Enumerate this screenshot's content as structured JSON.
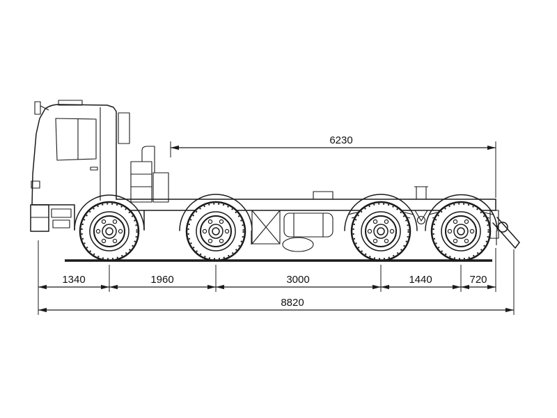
{
  "diagram": {
    "type": "technical-dimension-drawing",
    "subject": "8x8 truck chassis side view with overall and axle-spacing dimensions",
    "colors": {
      "line": "#1a1a1a",
      "background": "#ffffff"
    },
    "dimensions": {
      "top": {
        "label": "6230"
      },
      "segments": [
        {
          "label": "1340"
        },
        {
          "label": "1960"
        },
        {
          "label": "3000"
        },
        {
          "label": "1440"
        },
        {
          "label": "720"
        }
      ],
      "overall": {
        "label": "8820"
      }
    }
  }
}
